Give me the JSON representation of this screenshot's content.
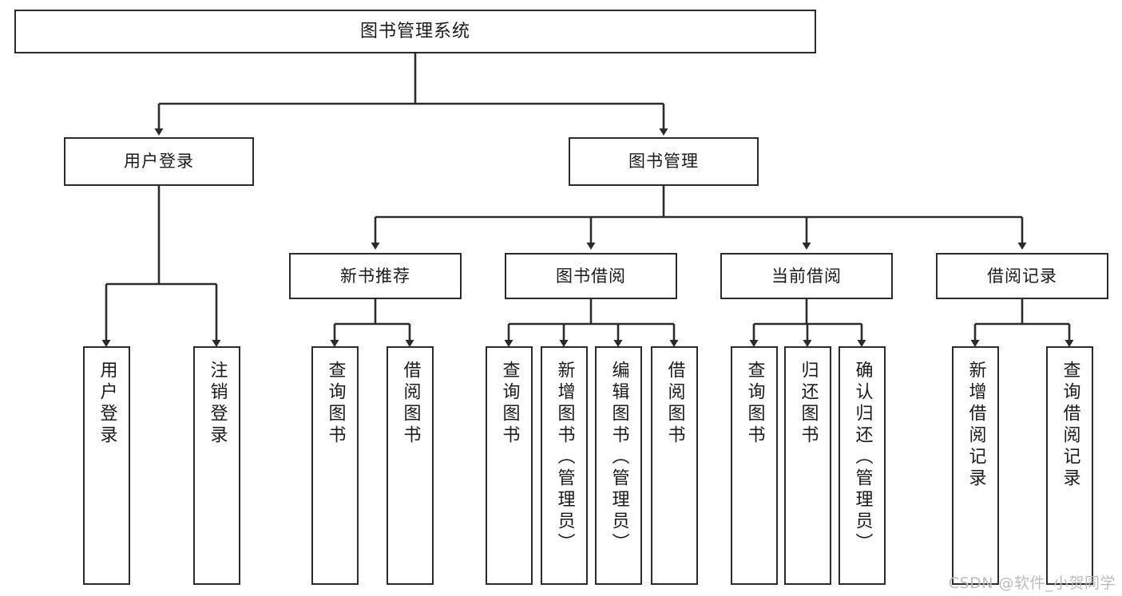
{
  "diagram": {
    "title": "图书管理系统",
    "watermark": "CSDN @软件_小贺同学",
    "colors": {
      "stroke": "#2b2b2b",
      "fill": "#ffffff",
      "text": "#1a1a1a",
      "watermark": "#bcbcbc"
    },
    "root": {
      "label": "图书管理系统"
    },
    "branches": [
      {
        "label": "用户登录"
      },
      {
        "label": "图书管理"
      }
    ],
    "groups": [
      {
        "label": "新书推荐"
      },
      {
        "label": "图书借阅"
      },
      {
        "label": "当前借阅"
      },
      {
        "label": "借阅记录"
      }
    ],
    "leaves": {
      "user_login": [
        {
          "label": "用户登录"
        },
        {
          "label": "注销登录"
        }
      ],
      "new_book_recommend": [
        {
          "label": "查询图书"
        },
        {
          "label": "借阅图书"
        }
      ],
      "book_borrow": [
        {
          "label": "查询图书"
        },
        {
          "label": "新增图书（管理员）"
        },
        {
          "label": "编辑图书（管理员）"
        },
        {
          "label": "借阅图书"
        }
      ],
      "current_borrow": [
        {
          "label": "查询图书"
        },
        {
          "label": "归还图书"
        },
        {
          "label": "确认归还（管理员）"
        }
      ],
      "borrow_records": [
        {
          "label": "新增借阅记录"
        },
        {
          "label": "查询借阅记录"
        }
      ]
    }
  }
}
